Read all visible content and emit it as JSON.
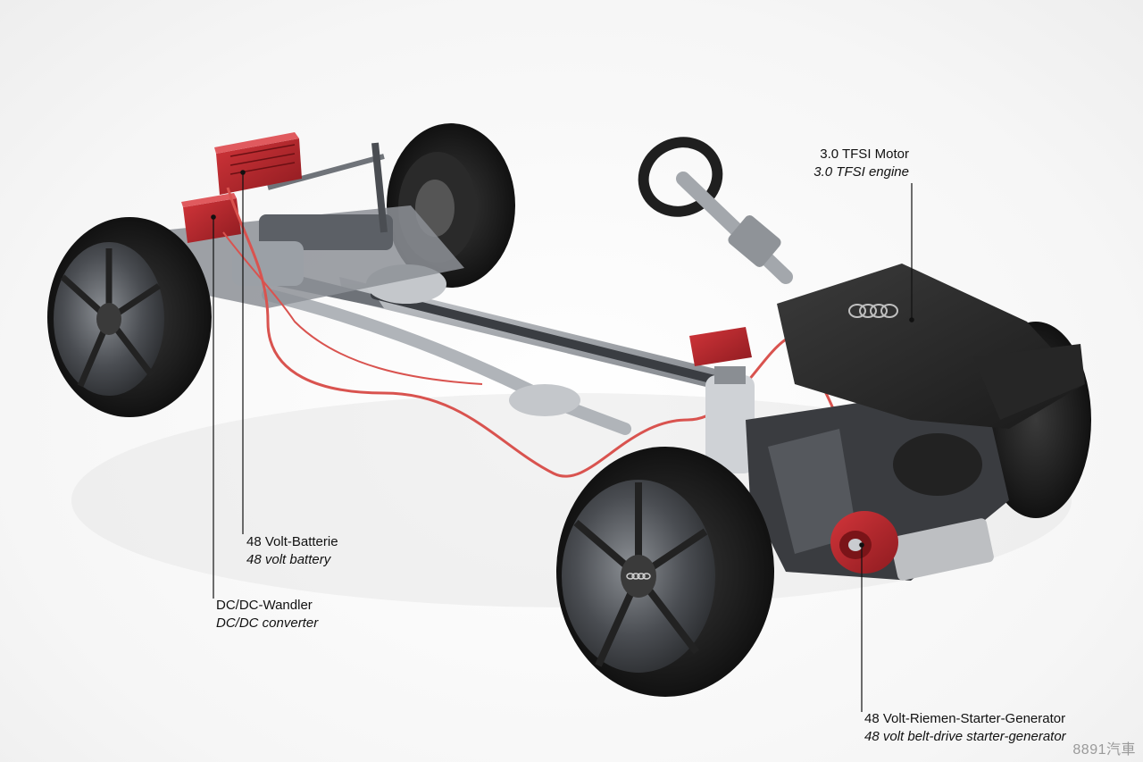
{
  "labels": {
    "engine": {
      "de": "3.0 TFSI Motor",
      "en": "3.0 TFSI engine"
    },
    "battery": {
      "de": "48 Volt-Batterie",
      "en": "48 volt battery"
    },
    "dcdc": {
      "de": "DC/DC-Wandler",
      "en": "DC/DC converter"
    },
    "bsg": {
      "de": "48 Volt-Riemen-Starter-Generator",
      "en": "48 volt belt-drive starter-generator"
    }
  },
  "watermark": "8891汽車",
  "colors": {
    "hv_component": "#b3262b",
    "cable": "#d9534f",
    "tire": "#1c1c1c",
    "metal": "#9a9ea3",
    "engine_cover": "#2a2a2a"
  }
}
